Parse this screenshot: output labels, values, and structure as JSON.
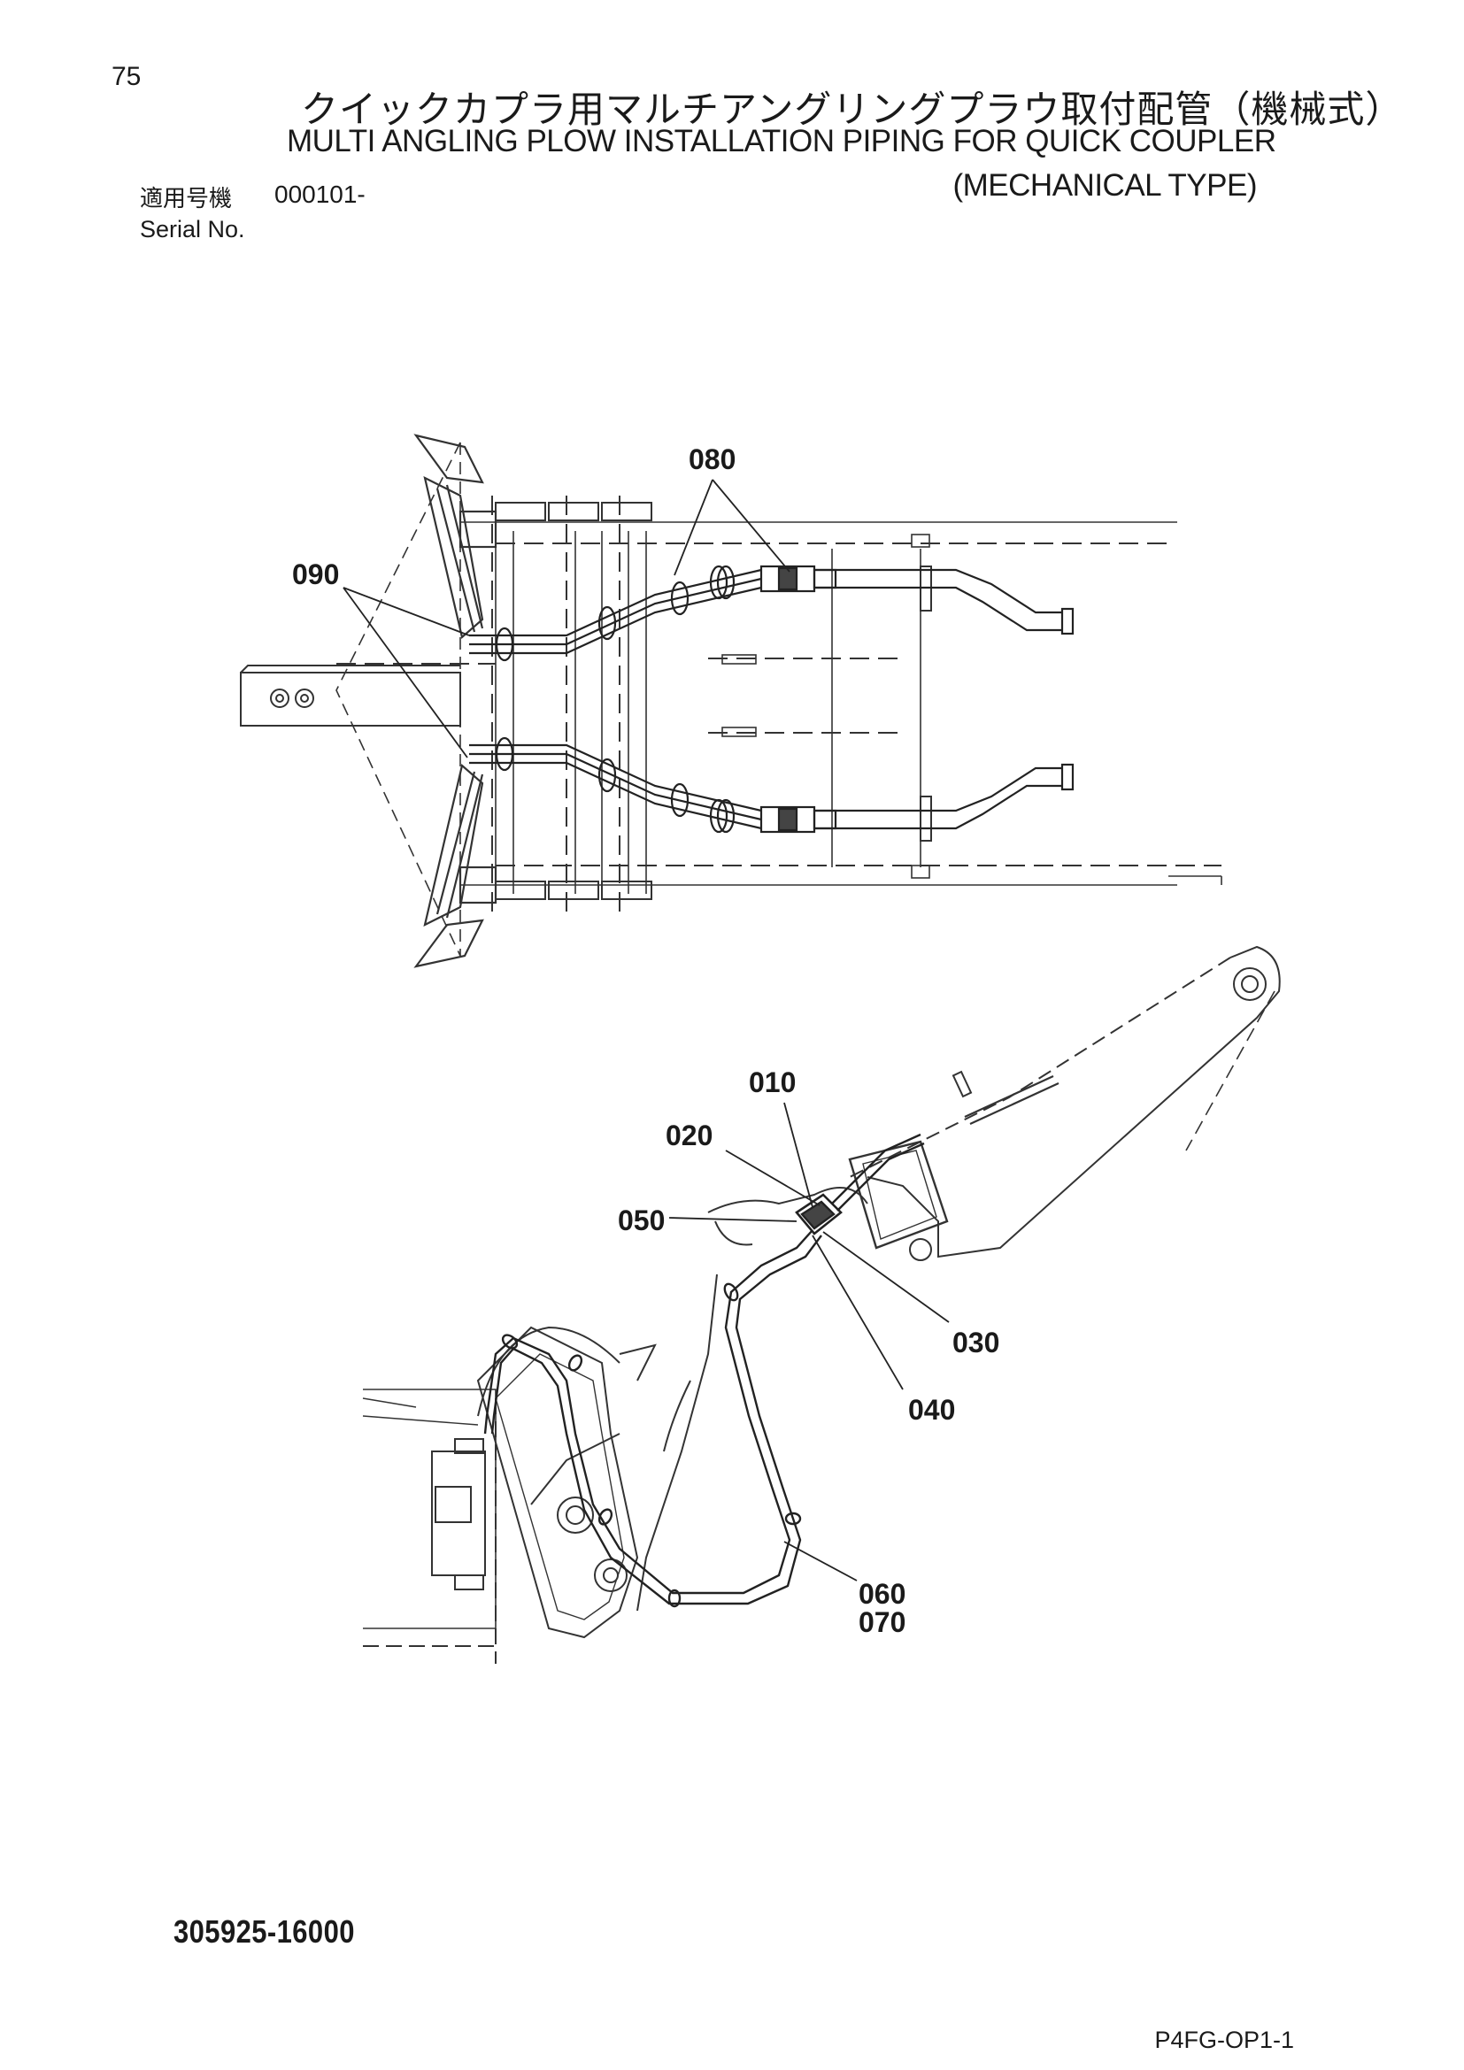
{
  "header": {
    "page_number": "75",
    "title_jp": "クイックカプラ用マルチアングリングプラウ取付配管（機械式）",
    "title_en_line1": "MULTI ANGLING PLOW INSTALLATION PIPING FOR QUICK COUPLER",
    "title_en_line2": "(MECHANICAL TYPE)",
    "serial_label_jp": "適用号機",
    "serial_value": "000101-",
    "serial_label_en": "Serial No."
  },
  "callouts": {
    "c080": "080",
    "c090": "090",
    "c010": "010",
    "c020": "020",
    "c050": "050",
    "c030": "030",
    "c040": "040",
    "c060": "060",
    "c070": "070"
  },
  "footer": {
    "drawing_number": "305925-16000",
    "sheet_code": "P4FG-OP1-1"
  }
}
